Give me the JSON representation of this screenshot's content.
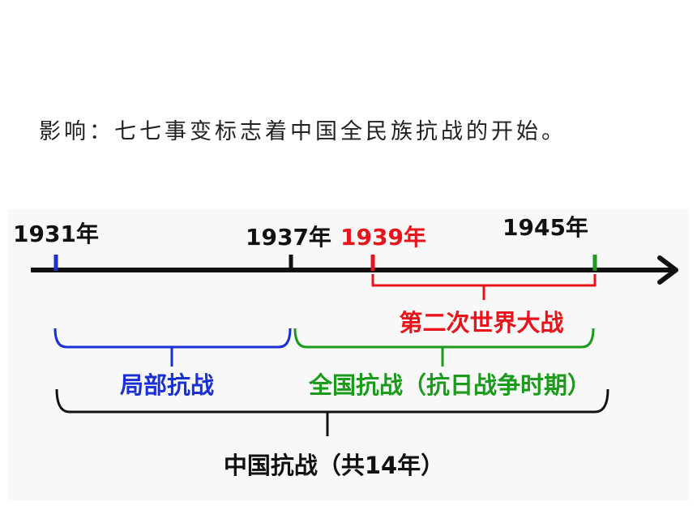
{
  "headline": "影响：七七事变标志着中国全民族抗战的开始。",
  "timeline": {
    "years": [
      {
        "label": "1931年",
        "color": "#111111"
      },
      {
        "label": "1937年",
        "color": "#111111"
      },
      {
        "label": "1939年",
        "color": "#e8141b"
      },
      {
        "label": "1945年",
        "color": "#111111"
      }
    ],
    "periods": {
      "world_war": {
        "label": "第二次世界大战",
        "color": "#e8141b"
      },
      "partial": {
        "label": "局部抗战",
        "color": "#1a2fd6"
      },
      "full": {
        "label": "全国抗战（抗日战争时期）",
        "color": "#1b9a1b"
      },
      "total": {
        "label": "中国抗战（共14年）",
        "color": "#111111"
      }
    }
  },
  "colors": {
    "axis": "#111111",
    "tick_1931": "#1a2fd6",
    "tick_1937": "#111111",
    "tick_1939": "#e8141b",
    "tick_1945": "#1b9a1b"
  }
}
